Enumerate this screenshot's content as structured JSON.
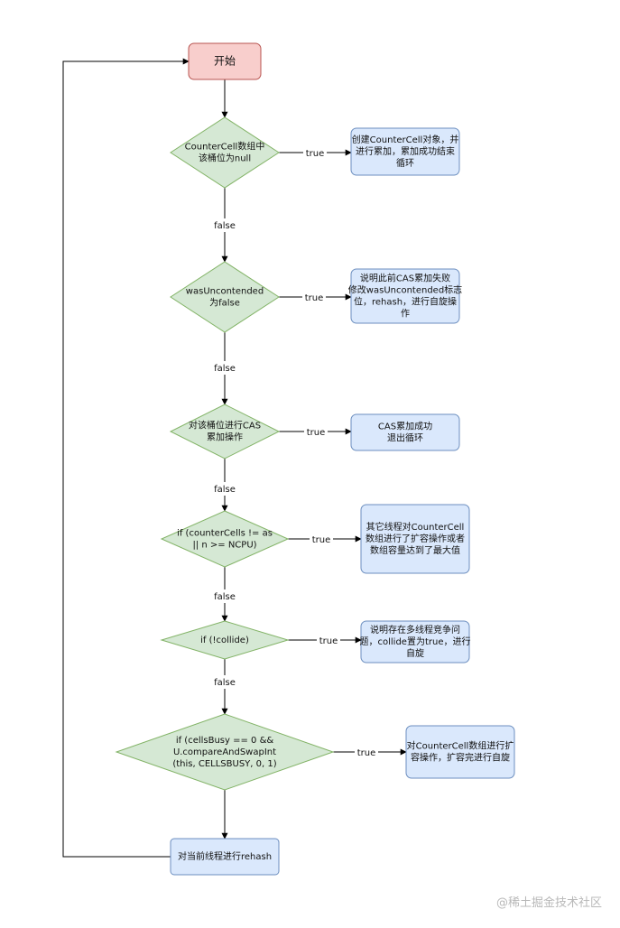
{
  "diagram": {
    "start": "开始",
    "decisions": [
      [
        "CounterCell数组中",
        "该桶位为null"
      ],
      [
        "wasUncontended",
        "为false"
      ],
      [
        "对该桶位进行CAS",
        "累加操作"
      ],
      [
        "if (counterCells != as",
        "|| n >= NCPU)"
      ],
      [
        "if (!collide)"
      ],
      [
        "if (cellsBusy == 0 &&",
        "U.compareAndSwapInt",
        "(this, CELLSBUSY, 0, 1)"
      ]
    ],
    "actions": [
      [
        "创建CounterCell对象，并",
        "进行累加，累加成功结束",
        "循环"
      ],
      [
        "说明此前CAS累加失败",
        "修改wasUncontended标志",
        "位，rehash，进行自旋操",
        "作"
      ],
      [
        "CAS累加成功",
        "退出循环"
      ],
      [
        "其它线程对CounterCell",
        "数组进行了扩容操作或者",
        "数组容量达到了最大值"
      ],
      [
        "说明存在多线程竞争问",
        "题，collide置为true，进行",
        "自旋"
      ],
      [
        "对CounterCell数组进行扩",
        "容操作，扩容完进行自旋"
      ]
    ],
    "rehash": "对当前线程进行rehash",
    "true_label": "true",
    "false_label": "false",
    "watermark": "@稀土掘金技术社区"
  },
  "colors": {
    "start_fill": "#f8cecc",
    "start_stroke": "#b85450",
    "decision_fill": "#d5e8d4",
    "decision_stroke": "#82b366",
    "action_fill": "#dae8fc",
    "action_stroke": "#6c8ebf"
  }
}
